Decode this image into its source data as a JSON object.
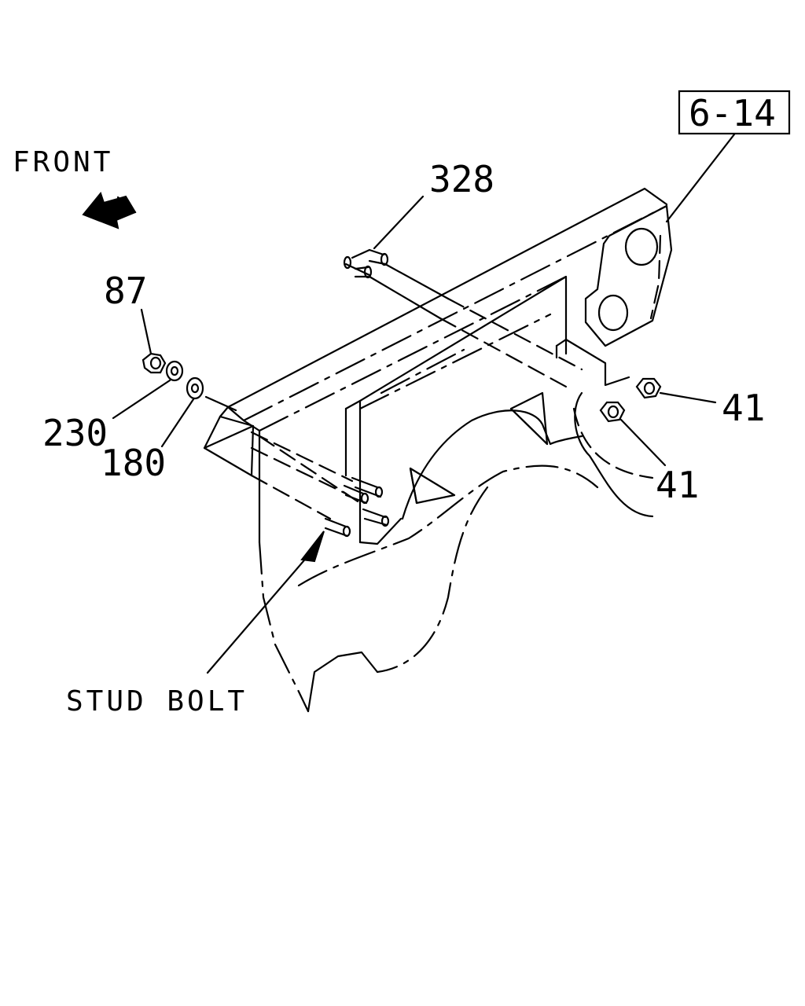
{
  "labels": {
    "front": "FRONT",
    "ref_box": "6-14",
    "stud_bolt": "STUD BOLT",
    "part_328": "328",
    "part_87": "87",
    "part_230": "230",
    "part_180": "180",
    "part_41_upper": "41",
    "part_41_lower": "41"
  },
  "colors": {
    "line": "#000000",
    "background": "#ffffff"
  },
  "icons": {
    "front_arrow": "arrow-icon",
    "nut": "hex-nut-icon",
    "washer": "washer-icon"
  }
}
